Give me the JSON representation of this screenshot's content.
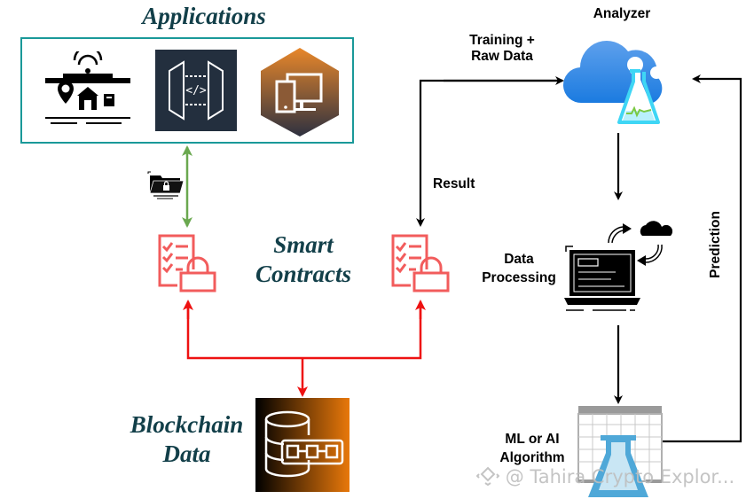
{
  "diagram": {
    "applications": {
      "title": "Applications",
      "icons": [
        "smart-building-icon",
        "api-gateway-icon",
        "multi-device-icon"
      ],
      "border_color": "#1a9999"
    },
    "smart_contracts": {
      "title_line1": "Smart",
      "title_line2": "Contracts",
      "icon_color": "#f25c5c"
    },
    "blockchain": {
      "title_line1": "Blockchain",
      "title_line2": "Data"
    },
    "analyzer": {
      "label": "Analyzer"
    },
    "data_processing": {
      "label_line1": "Data",
      "label_line2": "Processing"
    },
    "ml_algorithm": {
      "label_line1": "ML or AI",
      "label_line2": "Algorithm"
    },
    "edges": {
      "training_line1": "Training +",
      "training_line2": "Raw Data",
      "result": "Result",
      "prediction": "Prediction"
    },
    "colors": {
      "app_link": "#6aa84f",
      "blockchain_link": "#ee1111",
      "flow": "#000000"
    }
  },
  "watermark": {
    "text": "@ Tahira Crypto Explor..."
  }
}
